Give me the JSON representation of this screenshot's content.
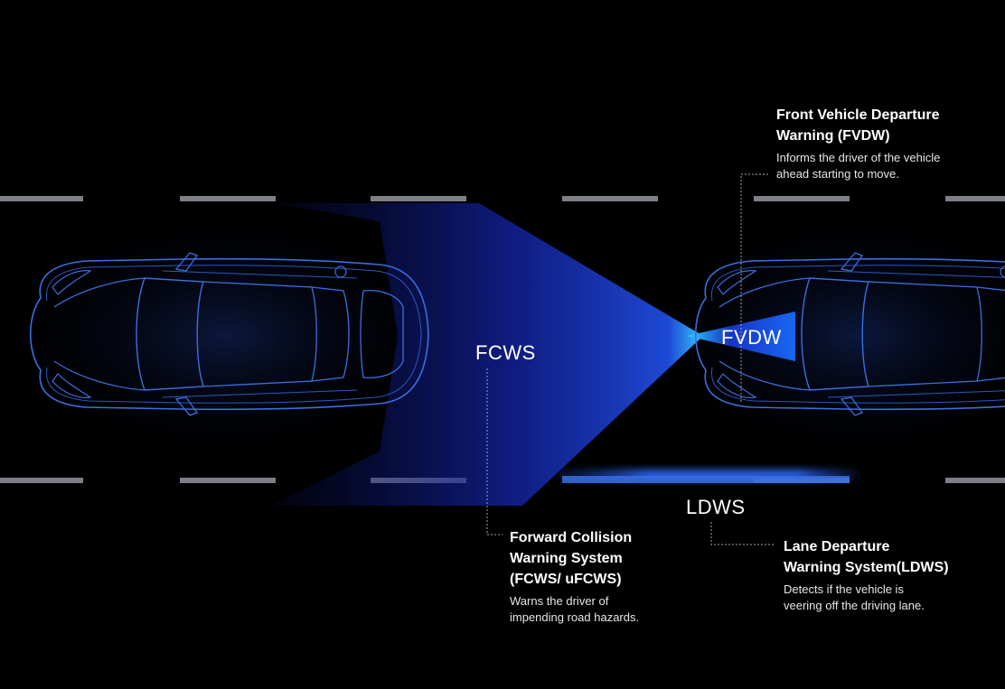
{
  "labels": {
    "fcws": "FCWS",
    "fvdw": "FVDW",
    "ldws": "LDWS"
  },
  "callouts": {
    "fvdw": {
      "title_line1": "Front Vehicle Departure",
      "title_line2": "Warning (FVDW)",
      "desc_line1": "Informs the driver of the vehicle",
      "desc_line2": "ahead starting to move."
    },
    "fcws": {
      "title_line1": "Forward Collision",
      "title_line2": "Warning System",
      "title_line3": "(FCWS/ uFCWS)",
      "desc_line1": "Warns the driver of",
      "desc_line2": "impending road hazards."
    },
    "ldws": {
      "title_line1": "Lane Departure",
      "title_line2": "Warning System(LDWS)",
      "desc_line1": "Detects if the vehicle is",
      "desc_line2": "veering off the driving lane."
    }
  },
  "colors": {
    "background": "#000000",
    "car_outline": "#3a6fe0",
    "beam": "#1a2fd6",
    "lane_marking": "#7c7f86",
    "ldws_glow": "#2f6dff"
  }
}
